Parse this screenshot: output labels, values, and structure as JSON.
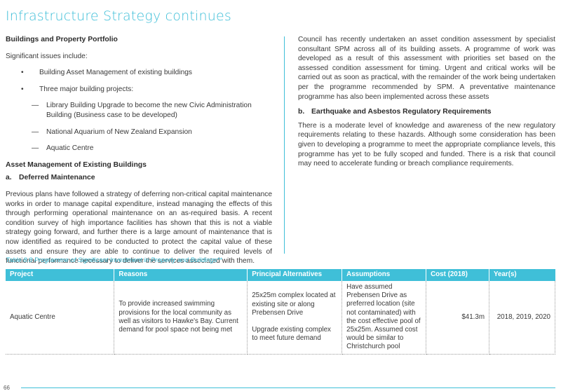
{
  "page": {
    "title": "Infrastructure Strategy continues",
    "number": "66"
  },
  "left": {
    "heading": "Buildings and Property Portfolio",
    "intro": "Significant issues include:",
    "bullets": [
      "Building Asset Management of existing buildings",
      "Three major building projects:"
    ],
    "projects": [
      "Library Building Upgrade to become the new Civic Administration Building (Business case to be developed)",
      "National Aquarium of New Zealand Expansion",
      "Aquatic Centre"
    ],
    "asset_heading": "Asset Management of Existing Buildings",
    "sub_a_letter": "a.",
    "sub_a_title": "Deferred Maintenance",
    "deferred_text": "Previous plans have followed a strategy of deferring non-critical capital maintenance works in order to manage capital expenditure, instead managing the effects of this through performing operational maintenance on an as-required basis. A recent condition survey of high importance facilities has shown that this is not a viable strategy going forward, and further there is a large amount of maintenance that is now identified as required to be conducted to protect the capital value of these assets and ensure they are able to continue to deliver the required levels of functional performance necessary to deliver the services associated with them."
  },
  "right": {
    "para1": "Council has recently undertaken an asset condition assessment by specialist consultant SPM across all of its building assets. A programme of work was developed as a result of this assessment with priorities set based on the assessed condition assessment for timing. Urgent and critical works will be carried out as soon as practical, with the remainder of the work being undertaken per the programme recommended by SPM. A preventative maintenance programme has also been implemented across these assets",
    "sub_b_letter": "b.",
    "sub_b_title": "Earthquake and Asbestos Regulatory Requirements",
    "para2": "There is a moderate level of knowledge and awareness of the new regulatory requirements relating to these hazards. Although some consideration has been given to developing a programme to meet the appropriate compliance levels, this programme has yet to be fully scoped and funded. There is a risk that council may need to accelerate funding or breach compliance requirements."
  },
  "table": {
    "caption": "Table 8.8 Programme of Significant Investment in Property and Buildings**",
    "headers": {
      "project": "Project",
      "reasons": "Reasons",
      "alternatives": "Principal Alternatives",
      "assumptions": "Assumptions",
      "cost": "Cost (2018)",
      "years": "Year(s)"
    },
    "rows": [
      {
        "project": "Aquatic Centre",
        "reasons": "To provide increased swimming provisions for the local community as well as visitors to Hawke's Bay. Current demand for pool space not being met",
        "alt1": "25x25m complex located at existing site or along Prebensen Drive",
        "alt2": "Upgrade existing complex to meet future demand",
        "assumptions": "Have assumed Prebensen Drive as preferred location (site not contaminated) with the cost effective pool of 25x25m. Assumed cost would be similar to Christchurch pool",
        "cost": "$41.3m",
        "years": "2018, 2019, 2020"
      }
    ]
  },
  "colors": {
    "accent": "#3fbfd8",
    "text": "#3a3a3a"
  }
}
